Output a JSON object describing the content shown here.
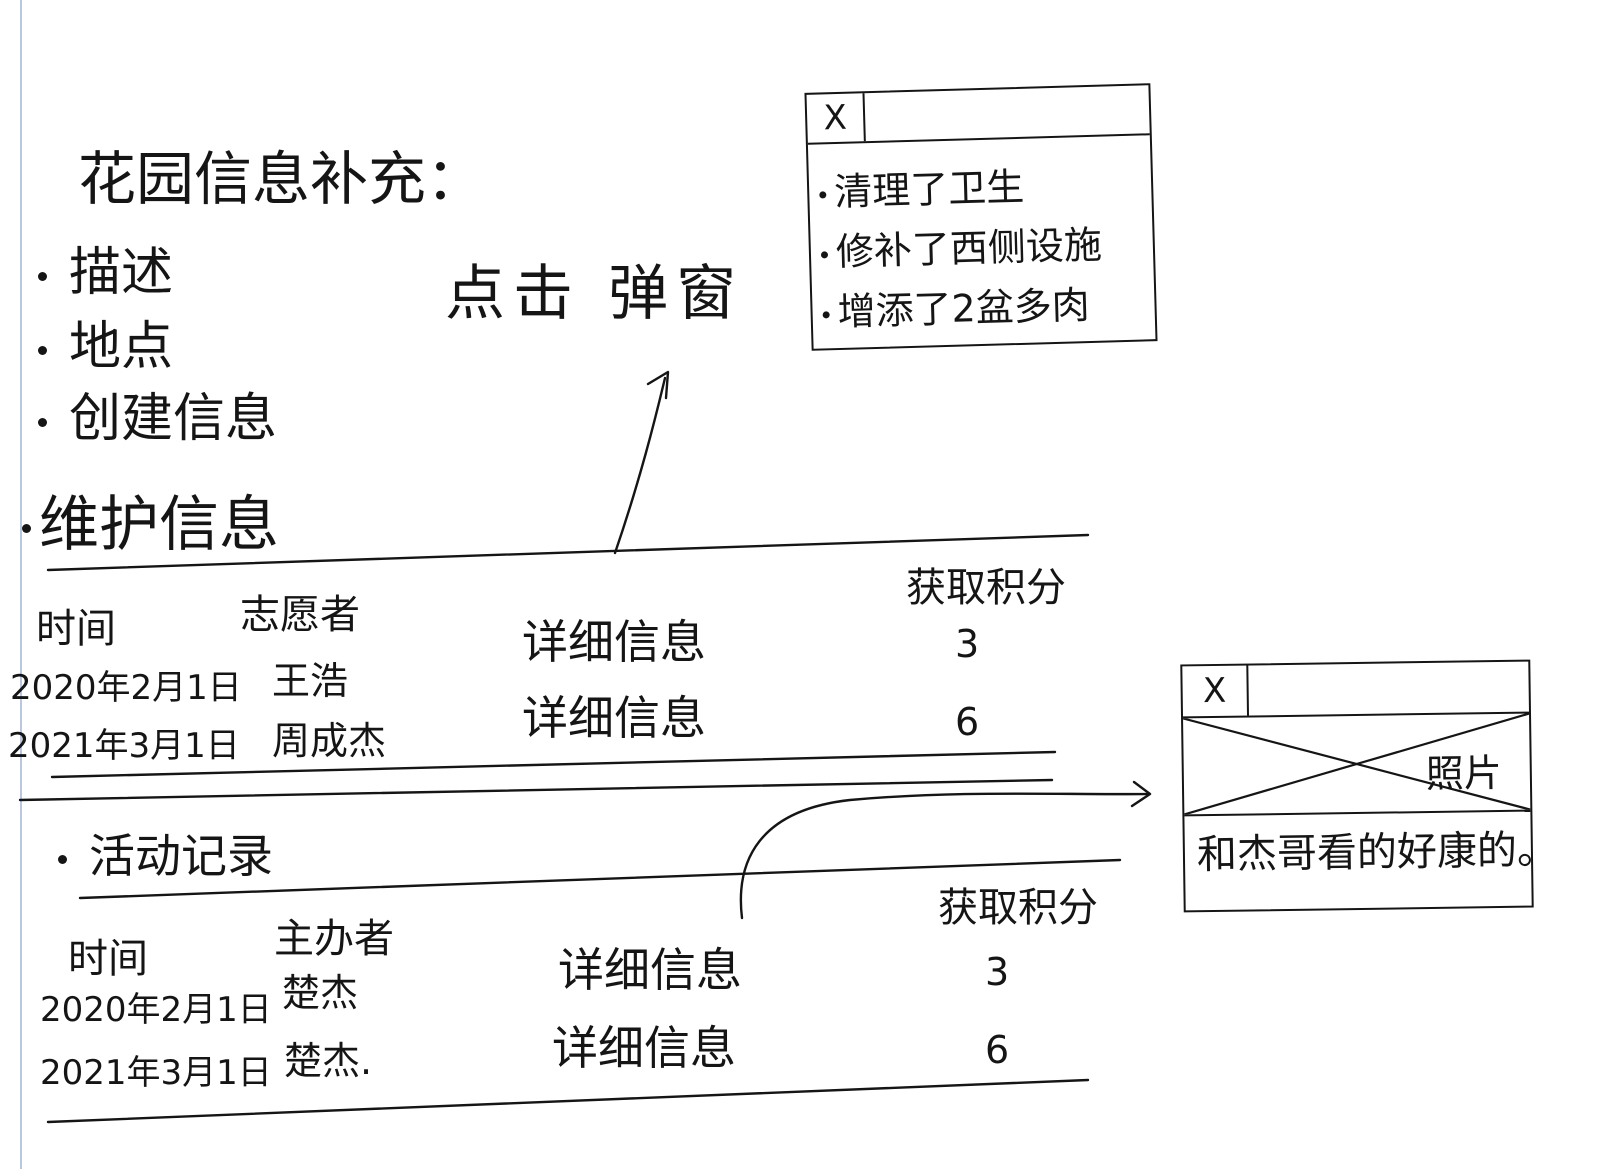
{
  "garden": {
    "title": "花园信息补充：",
    "fields": [
      "描述",
      "地点",
      "创建信息"
    ],
    "annotation": "点击 弹窗"
  },
  "maintenance": {
    "heading": "维护信息",
    "columns": {
      "time": "时间",
      "person": "志愿者",
      "points": "获取积分"
    },
    "rows": [
      {
        "date": "2020年2月1日",
        "person": "王浩",
        "detail": "详细信息",
        "points": "3"
      },
      {
        "date": "2021年3月1日",
        "person": "周成杰",
        "detail": "详细信息",
        "points": "6"
      }
    ]
  },
  "activity": {
    "heading": "活动记录",
    "columns": {
      "time": "时间",
      "person": "主办者",
      "points": "获取积分"
    },
    "rows": [
      {
        "date": "2020年2月1日",
        "person": "楚杰",
        "detail": "详细信息",
        "points": "3"
      },
      {
        "date": "2021年3月1日",
        "person": "楚杰.",
        "detail": "详细信息",
        "points": "6"
      }
    ]
  },
  "popup_maintenance": {
    "close": "X",
    "items": [
      "清理了卫生",
      "修补了西侧设施",
      "增添了2盆多肉"
    ]
  },
  "popup_activity": {
    "close": "X",
    "photo_label": "照片",
    "caption": "和杰哥看的好康的。"
  }
}
